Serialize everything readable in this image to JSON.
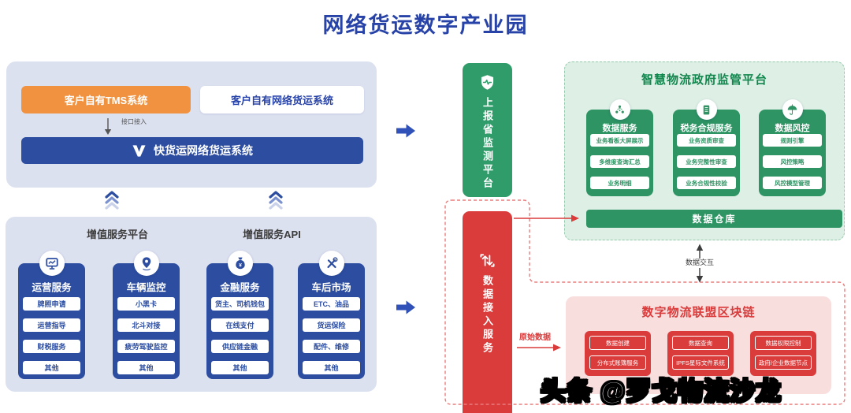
{
  "title": "网络货运数字产业园",
  "colors": {
    "blue": "#2c4da0",
    "orange": "#f0923f",
    "green": "#2e9463",
    "red": "#da3b3b",
    "panel_blue": "#dce1f0",
    "panel_green": "#def0e5",
    "panel_pink": "#f9dede"
  },
  "left_top": {
    "tms_box": "客户自有TMS系统",
    "own_box": "客户自有网络货运系统",
    "interface_label": "接口接入",
    "main_bar": "快货运网络货运系统",
    "main_bar_icon": "kuaihuoyun-logo-icon"
  },
  "left_bottom": {
    "header_platform": "增值服务平台",
    "header_api": "增值服务API",
    "columns": [
      {
        "icon": "chart-board-icon",
        "title": "运营服务",
        "items": [
          "牌照申请",
          "运营指导",
          "财税服务",
          "其他"
        ]
      },
      {
        "icon": "location-pin-icon",
        "title": "车辆监控",
        "items": [
          "小黑卡",
          "北斗对接",
          "疲劳驾驶监控",
          "其他"
        ]
      },
      {
        "icon": "money-bag-icon",
        "title": "金融服务",
        "items": [
          "货主、司机钱包",
          "在线支付",
          "供应链金融",
          "其他"
        ]
      },
      {
        "icon": "tools-icon",
        "title": "车后市场",
        "items": [
          "ETC、油品",
          "货运保险",
          "配件、维修",
          "其他"
        ]
      }
    ]
  },
  "middle": {
    "green_bar": {
      "icon": "shield-pulse-icon",
      "label": "上报省监测平台"
    },
    "red_bar": {
      "icon": "exchange-arrows-icon",
      "label": "数据接入服务"
    },
    "raw_data_label": "原始数据",
    "data_interact_label": "数据交互"
  },
  "gov_platform": {
    "title": "智慧物流政府监管平台",
    "columns": [
      {
        "icon": "data-nodes-icon",
        "title": "数据服务",
        "items": [
          "业务看板大屏展示",
          "多维度查询汇总",
          "业务明细"
        ]
      },
      {
        "icon": "tax-doc-icon",
        "title": "税务合规服务",
        "items": [
          "业务资质审查",
          "业务完整性审查",
          "业务合规性校验"
        ]
      },
      {
        "icon": "umbrella-icon",
        "title": "数据风控",
        "items": [
          "规则引擎",
          "风控策略",
          "风控模型管理"
        ]
      }
    ],
    "warehouse_bar": "数据仓库"
  },
  "blockchain": {
    "title": "数字物流联盟区块链",
    "blocks": [
      {
        "items": [
          "数据创建",
          "分布式账簿服务"
        ]
      },
      {
        "items": [
          "数据查询",
          "IPFS星际文件系统"
        ]
      },
      {
        "items": [
          "数据权限控制",
          "政府/企业数据节点"
        ]
      }
    ]
  },
  "watermark": "头条 @罗戈物流沙龙"
}
